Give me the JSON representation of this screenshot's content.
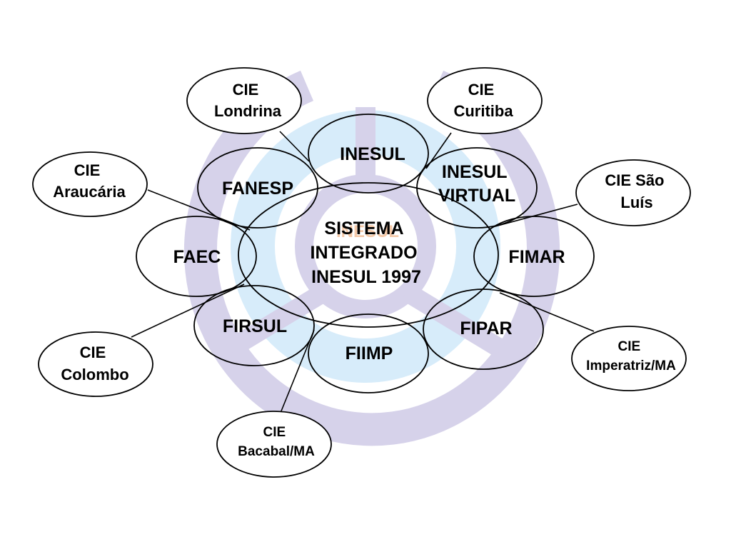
{
  "colors": {
    "background": "#ffffff",
    "watermark_purple": "#d6d2ea",
    "watermark_blue": "#d7ecfa",
    "watermark_center_text": "#f5c9a8",
    "outline": "#000000",
    "text": "#000000"
  },
  "diagram": {
    "center": {
      "lines": [
        "SISTEMA",
        "INTEGRADO",
        "INESUL 1997"
      ]
    },
    "watermark": {
      "label": "INESUL"
    },
    "institutions": {
      "inesul": {
        "lines": [
          "INESUL"
        ]
      },
      "fanesp": {
        "lines": [
          "FANESP"
        ]
      },
      "inesul_virtual": {
        "lines": [
          "INESUL",
          "VIRTUAL"
        ]
      },
      "faec": {
        "lines": [
          "FAEC"
        ]
      },
      "fimar": {
        "lines": [
          "FIMAR"
        ]
      },
      "firsul": {
        "lines": [
          "FIRSUL"
        ]
      },
      "fipar": {
        "lines": [
          "FIPAR"
        ]
      },
      "fiimp": {
        "lines": [
          "FIIMP"
        ]
      }
    },
    "cies": {
      "londrina": {
        "lines": [
          "CIE",
          "Londrina"
        ]
      },
      "curitiba": {
        "lines": [
          "CIE",
          "Curitiba"
        ]
      },
      "araucaria": {
        "lines": [
          "CIE",
          "Araucária"
        ]
      },
      "sao_luis": {
        "lines": [
          "CIE São",
          "Luís"
        ]
      },
      "colombo": {
        "lines": [
          "CIE",
          "Colombo"
        ]
      },
      "imperatriz": {
        "lines": [
          "CIE",
          "Imperatriz/MA"
        ]
      },
      "bacabal": {
        "lines": [
          "CIE",
          "Bacabal/MA"
        ]
      }
    }
  }
}
